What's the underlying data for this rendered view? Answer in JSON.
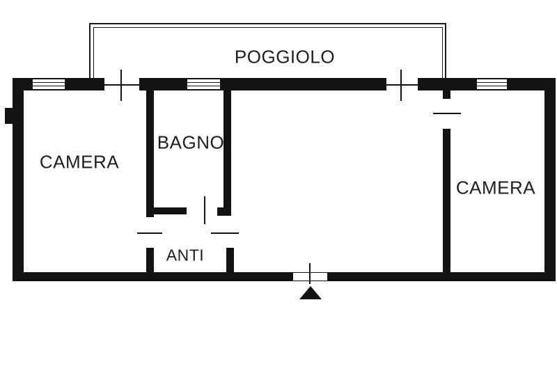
{
  "plan": {
    "balcony_label": "POGGIOLO",
    "rooms": [
      {
        "name": "camera-left",
        "label": "CAMERA"
      },
      {
        "name": "bagno",
        "label": "BAGNO"
      },
      {
        "name": "anti",
        "label": "ANTI"
      },
      {
        "name": "camera-right",
        "label": "CAMERA"
      }
    ]
  },
  "colors": {
    "wall": "#131313",
    "background": "#ffffff",
    "text": "#1e1e1e"
  },
  "icons": {
    "entrance_marker": "triangle-up-icon",
    "door_symbol": "leaf-tick-line",
    "window_symbol": "triple-line-box"
  }
}
